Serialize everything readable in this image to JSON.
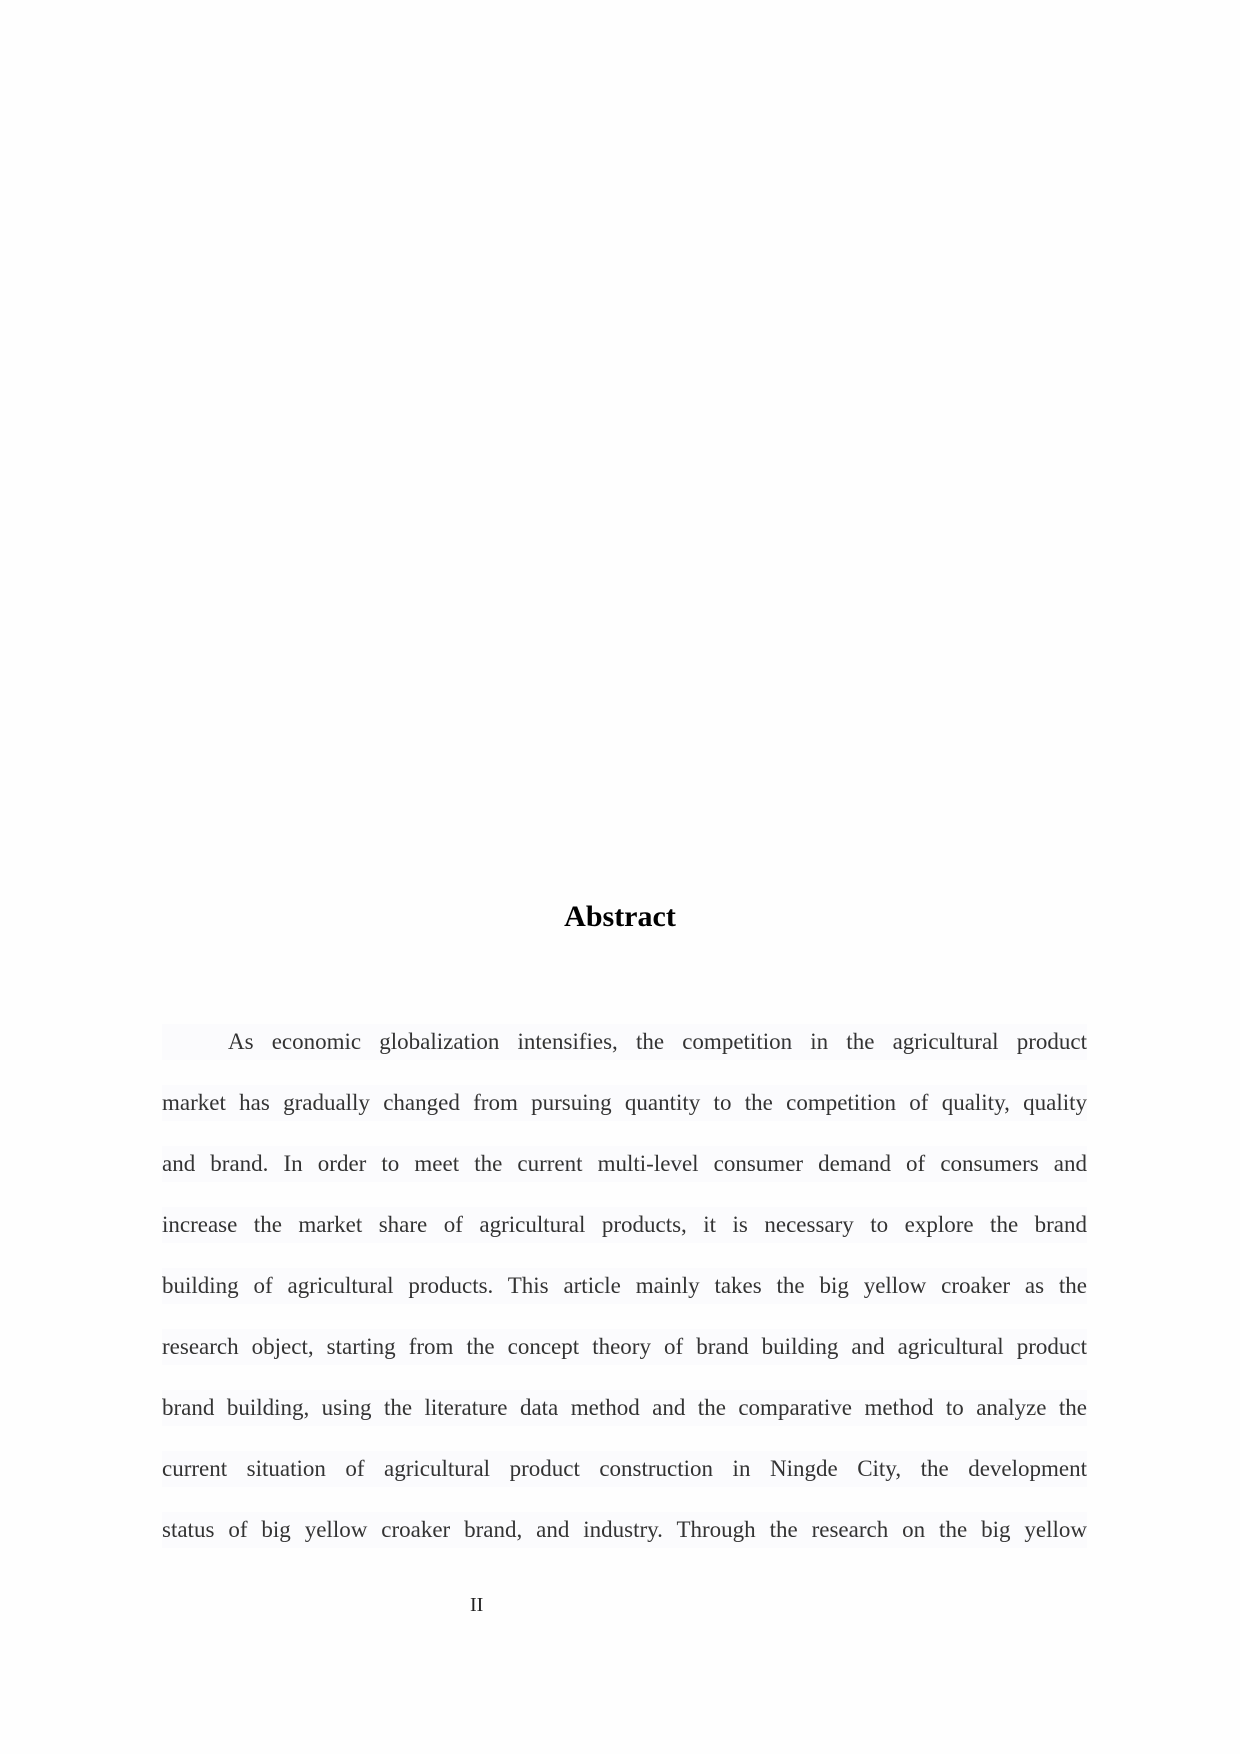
{
  "title": "Abstract",
  "lines": [
    "As economic globalization intensifies, the competition in the agricultural product",
    "market has gradually changed from pursuing quantity to the competition of quality, quality",
    "and brand. In order to meet the current multi-level consumer demand of consumers and",
    "increase the market share of agricultural products, it is necessary to explore the brand",
    "building of agricultural products. This article mainly takes the big yellow croaker as the",
    "research object, starting from the concept theory of brand building and agricultural product",
    "brand building, using the literature data method and the comparative method to analyze the",
    "current situation of agricultural product construction in Ningde City, the development",
    "status of big yellow croaker brand, and industry. Through the research on the big yellow"
  ],
  "page_number": "II"
}
